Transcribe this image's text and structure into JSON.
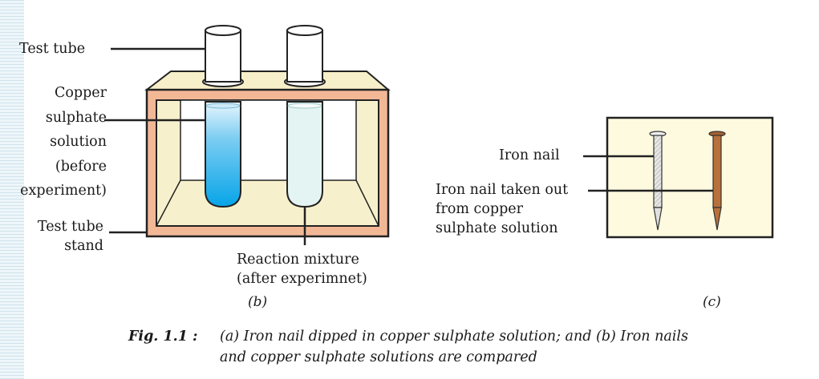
{
  "labels": {
    "test_tube": "Test tube",
    "copper_sulphate": [
      "Copper",
      "sulphate",
      "solution",
      "(before",
      "experiment)"
    ],
    "stand": [
      "Test tube",
      "stand"
    ],
    "reaction_mixture": [
      "Reaction mixture",
      "(after experimnet)"
    ],
    "iron_nail": "Iron nail",
    "nail_taken_out": [
      "Iron nail taken out",
      "from copper",
      "sulphate solution"
    ]
  },
  "panel_tags": {
    "b": "(b)",
    "c": "(c)"
  },
  "caption": {
    "fig": "Fig. 1.1 :",
    "lines": [
      "(a) Iron nail dipped in copper sulphate solution; and (b) Iron nails",
      "and copper sulphate solutions are compared"
    ]
  },
  "colors": {
    "stand_frame": "#f2b896",
    "stand_inner": "#f7f0cc",
    "copper_blue": "#1aa6e6",
    "mixture": "#e3f4f2",
    "panel_bg": "#fdfadf",
    "rusted_nail": "#b9703a",
    "clean_nail": "#dcdcdc"
  }
}
